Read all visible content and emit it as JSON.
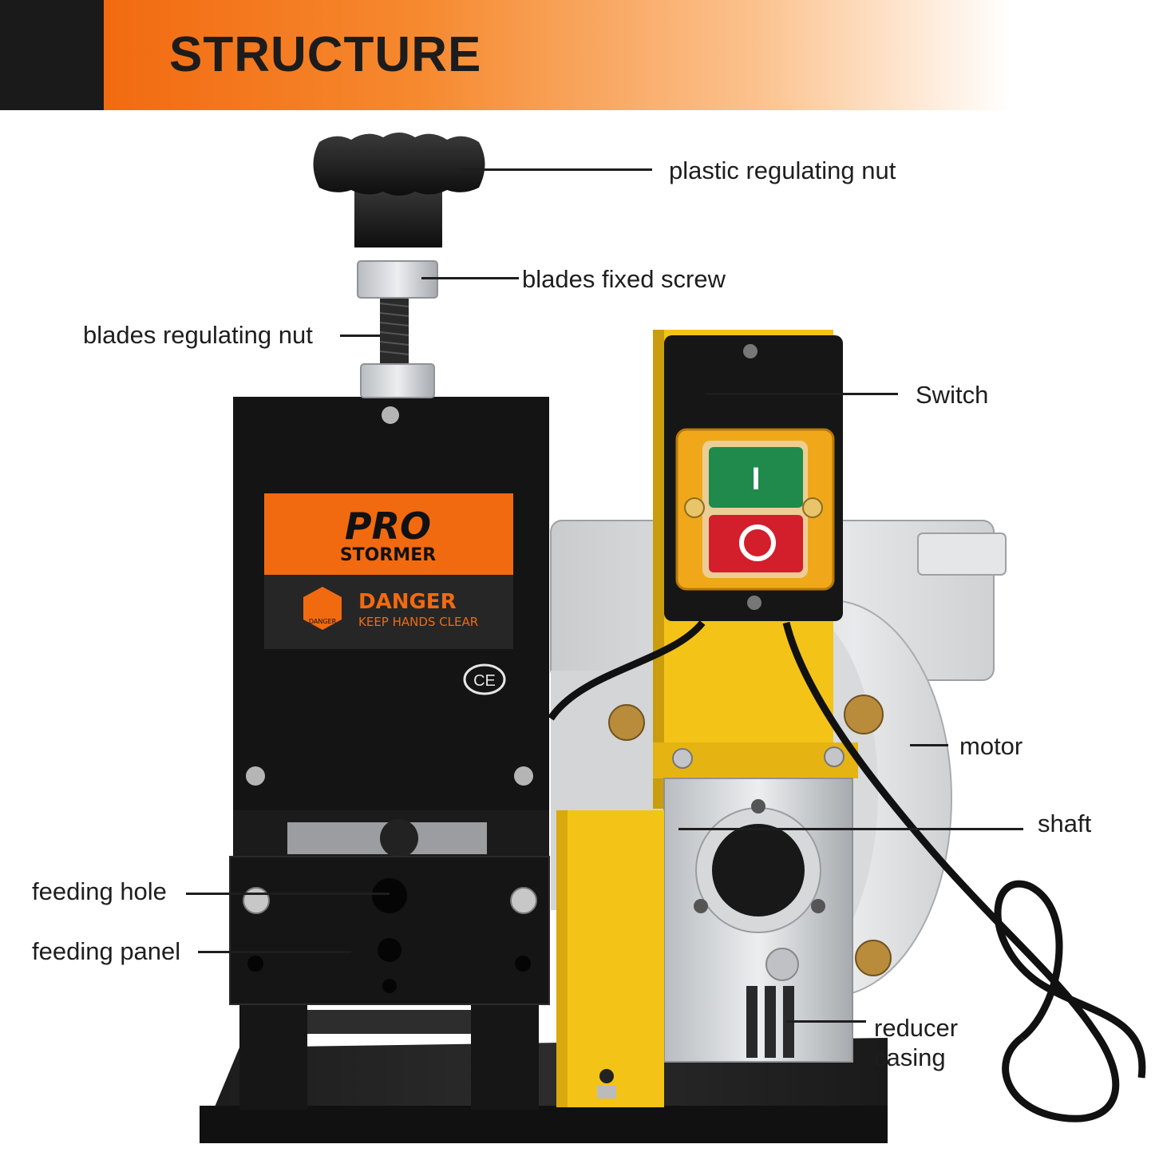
{
  "header": {
    "title": "STRUCTURE"
  },
  "colors": {
    "banner_orange": "#f26a10",
    "banner_black": "#1a1a1a",
    "housing_yellow": "#f3c318",
    "body_black": "#141414",
    "switch_green": "#1f8a4c",
    "switch_red": "#d21f2b",
    "label_orange": "#f26a10"
  },
  "product_labels": {
    "brand_top": "PRO",
    "brand_bottom": "STORMER",
    "warning_title": "DANGER",
    "warning_sub": "KEEP HANDS CLEAR",
    "warning_icon_text": "DANGER",
    "certification": "CE",
    "switch_on": "I"
  },
  "callouts": [
    {
      "id": "plastic-regulating-nut",
      "lines": [
        "plastic regulating nut"
      ]
    },
    {
      "id": "blades-fixed-screw",
      "lines": [
        "blades fixed screw"
      ]
    },
    {
      "id": "blades-regulating-nut",
      "lines": [
        "blades regulating nut"
      ]
    },
    {
      "id": "switch",
      "lines": [
        "Switch"
      ]
    },
    {
      "id": "motor",
      "lines": [
        "motor"
      ]
    },
    {
      "id": "shaft",
      "lines": [
        "shaft"
      ]
    },
    {
      "id": "feeding-hole",
      "lines": [
        "feeding hole"
      ]
    },
    {
      "id": "feeding-panel",
      "lines": [
        "feeding panel"
      ]
    },
    {
      "id": "reducer-casing",
      "lines": [
        "reducer",
        "casing"
      ]
    }
  ]
}
